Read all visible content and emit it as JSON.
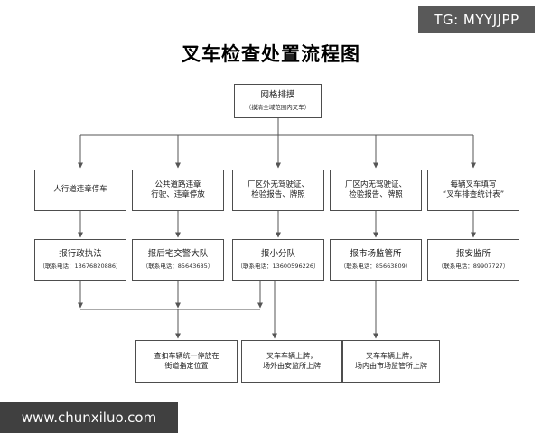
{
  "title": "叉车检查处置流程图",
  "watermarks": {
    "tg_badge": "TG: MYYJJPP",
    "site_badge": "www.chunxiluo.com"
  },
  "colors": {
    "badge_bg": "#595959",
    "site_badge_bg": "#404040",
    "box_border": "#4d4d4d",
    "connector_line": "#555555",
    "text": "#1c1c1c",
    "background": "#ffffff"
  },
  "nodes": {
    "root": {
      "line1": "网格排摸",
      "line2": "（摸清全域范围内叉车）"
    },
    "issue1": {
      "line1": "人行道违章停车",
      "line2": ""
    },
    "issue2": {
      "line1": "公共道路违章",
      "line2": "行驶、违章停放"
    },
    "issue3": {
      "line1": "厂区外无驾驶证、",
      "line2": "检验报告、牌照"
    },
    "issue4": {
      "line1": "厂区内无驾驶证、",
      "line2": "检验报告、牌照"
    },
    "issue5": {
      "line1": "每辆叉车填写",
      "line2": "“叉车排查统计表”"
    },
    "report1": {
      "line1": "报行政执法",
      "line2": "（联系电话：13676820886）"
    },
    "report2": {
      "line1": "报后宅交警大队",
      "line2": "（联系电话：85643685）"
    },
    "report3": {
      "line1": "报小分队",
      "line2": "（联系电话：13600596226）"
    },
    "report4": {
      "line1": "报市场监管所",
      "line2": "（联系电话：85663809）"
    },
    "report5": {
      "line1": "报安监所",
      "line2": "（联系电话：89907727）"
    },
    "action1": {
      "line1": "查扣车辆统一停放在",
      "line2": "街道指定位置"
    },
    "action2": {
      "line1": "叉车车辆上牌，",
      "line2": "场外由安监所上牌"
    },
    "action3": {
      "line1": "叉车车辆上牌，",
      "line2": "场内由市场监管所上牌"
    }
  }
}
